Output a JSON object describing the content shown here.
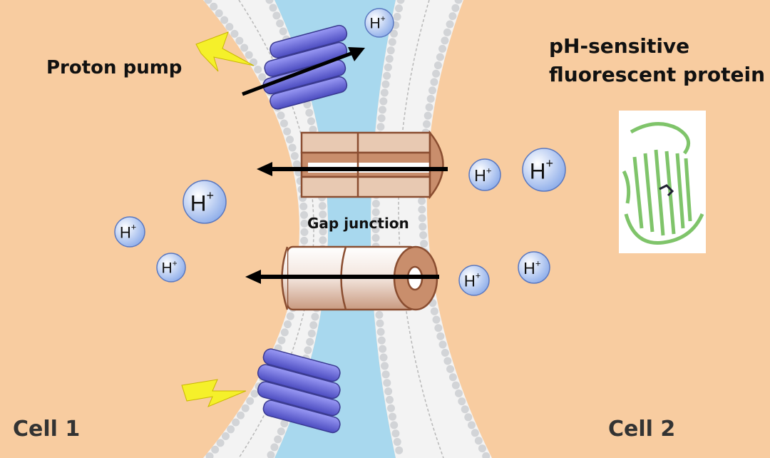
{
  "labels": {
    "proton_pump": "Proton pump",
    "ph_sensitive_line1": "pH-sensitive",
    "ph_sensitive_line2": "fluorescent protein",
    "gap_junction": "Gap junction",
    "cell1": "Cell 1",
    "cell2": "Cell 2"
  },
  "ion_label": "H",
  "ion_charge": "+",
  "colors": {
    "cytoplasm": "#f8cca0",
    "extracellular": "#a8d8ee",
    "membrane_head": "#d0d3d6",
    "proton_pump": "#6f6fe0",
    "gap_junction": "#d9a98a",
    "lightning": "#f5f02a",
    "protein": "#7fc46a",
    "ion": "#b8ccf4"
  }
}
